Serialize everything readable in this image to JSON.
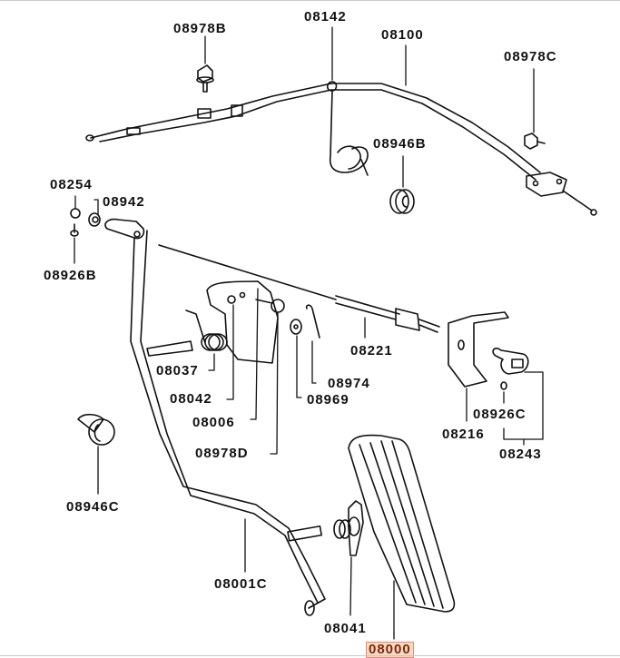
{
  "diagram": {
    "title": "Accelerator pedal & cable parts diagram",
    "highlight_color": "#fbd8c0",
    "labels": {
      "l08978B": "08978B",
      "l08142": "08142",
      "l08100": "08100",
      "l08978C": "08978C",
      "l08946B": "08946B",
      "l08254": "08254",
      "l08942": "08942",
      "l08926B": "08926B",
      "l08221": "08221",
      "l08037": "08037",
      "l08974": "08974",
      "l08042": "08042",
      "l08969": "08969",
      "l08006": "08006",
      "l08216": "08216",
      "l08926C": "08926C",
      "l08978D": "08978D",
      "l08243": "08243",
      "l08946C": "08946C",
      "l08001C": "08001C",
      "l08041": "08041",
      "l08000": "08000"
    },
    "selected_part": "08000"
  }
}
